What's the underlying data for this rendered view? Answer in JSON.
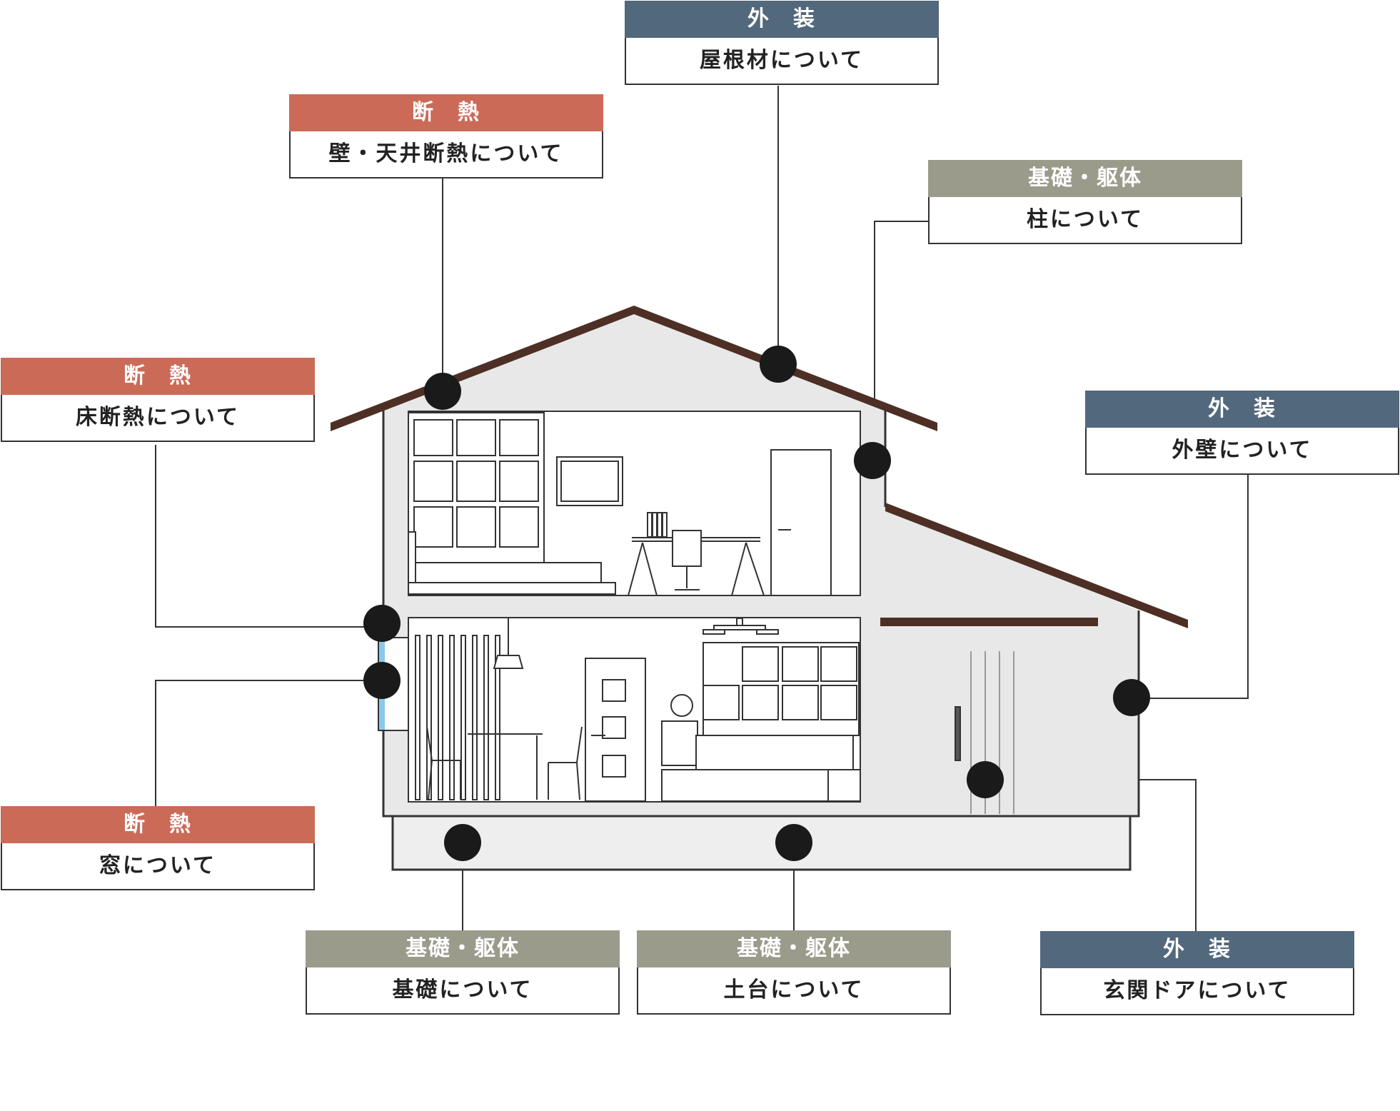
{
  "categories": {
    "insulation": "断　熱",
    "exterior": "外　装",
    "foundation": "基礎・躯体"
  },
  "colors": {
    "insulation": "#cc6a58",
    "exterior": "#52687d",
    "foundation": "#9b9b8c",
    "roof": "#4e2f25",
    "house_fill": "#e8e8e8",
    "marker": "#1a1a1a",
    "window_glass": "#8ac8ee"
  },
  "labels": {
    "roof_material": {
      "category": "外　装",
      "title": "屋根材について"
    },
    "wall_ceiling_insulation": {
      "category": "断　熱",
      "title": "壁・天井断熱について"
    },
    "pillar": {
      "category": "基礎・躯体",
      "title": "柱について"
    },
    "floor_insulation": {
      "category": "断　熱",
      "title": "床断熱について"
    },
    "exterior_wall": {
      "category": "外　装",
      "title": "外壁について"
    },
    "window": {
      "category": "断　熱",
      "title": "窓について"
    },
    "foundation": {
      "category": "基礎・躯体",
      "title": "基礎について"
    },
    "sill": {
      "category": "基礎・躯体",
      "title": "土台について"
    },
    "entrance_door": {
      "category": "外　装",
      "title": "玄関ドアについて"
    }
  }
}
